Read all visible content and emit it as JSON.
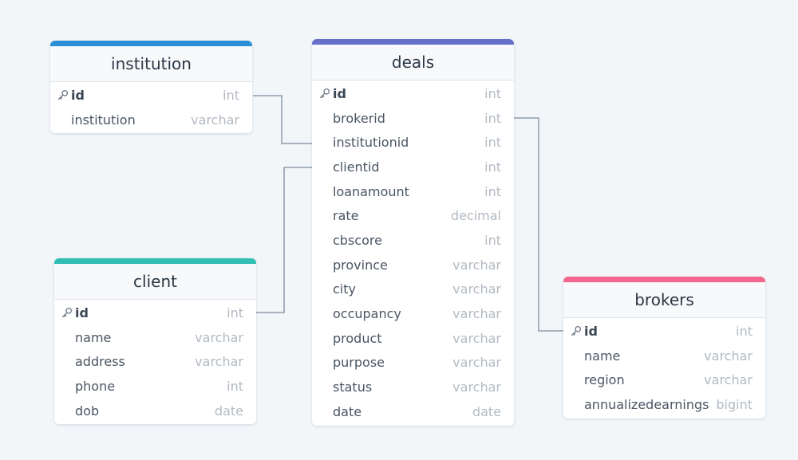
{
  "tables": {
    "institution": {
      "title": "institution",
      "accent": "#2b8fd6",
      "fields": [
        {
          "name": "id",
          "type": "int",
          "pk": true
        },
        {
          "name": "institution",
          "type": "varchar",
          "pk": false
        }
      ]
    },
    "deals": {
      "title": "deals",
      "accent": "#6670c9",
      "fields": [
        {
          "name": "id",
          "type": "int",
          "pk": true
        },
        {
          "name": "brokerid",
          "type": "int",
          "pk": false
        },
        {
          "name": "institutionid",
          "type": "int",
          "pk": false
        },
        {
          "name": "clientid",
          "type": "int",
          "pk": false
        },
        {
          "name": "loanamount",
          "type": "int",
          "pk": false
        },
        {
          "name": "rate",
          "type": "decimal",
          "pk": false
        },
        {
          "name": "cbscore",
          "type": "int",
          "pk": false
        },
        {
          "name": "province",
          "type": "varchar",
          "pk": false
        },
        {
          "name": "city",
          "type": "varchar",
          "pk": false
        },
        {
          "name": "occupancy",
          "type": "varchar",
          "pk": false
        },
        {
          "name": "product",
          "type": "varchar",
          "pk": false
        },
        {
          "name": "purpose",
          "type": "varchar",
          "pk": false
        },
        {
          "name": "status",
          "type": "varchar",
          "pk": false
        },
        {
          "name": "date",
          "type": "date",
          "pk": false
        }
      ]
    },
    "client": {
      "title": "client",
      "accent": "#30bfb2",
      "fields": [
        {
          "name": "id",
          "type": "int",
          "pk": true
        },
        {
          "name": "name",
          "type": "varchar",
          "pk": false
        },
        {
          "name": "address",
          "type": "varchar",
          "pk": false
        },
        {
          "name": "phone",
          "type": "int",
          "pk": false
        },
        {
          "name": "dob",
          "type": "date",
          "pk": false
        }
      ]
    },
    "brokers": {
      "title": "brokers",
      "accent": "#f4668e",
      "fields": [
        {
          "name": "id",
          "type": "int",
          "pk": true
        },
        {
          "name": "name",
          "type": "varchar",
          "pk": false
        },
        {
          "name": "region",
          "type": "varchar",
          "pk": false
        },
        {
          "name": "annualizedearnings",
          "type": "bigint",
          "pk": false
        }
      ]
    }
  },
  "relations": [
    {
      "from": "deals.institutionid",
      "to": "institution.id"
    },
    {
      "from": "deals.clientid",
      "to": "client.id"
    },
    {
      "from": "deals.brokerid",
      "to": "brokers.id"
    }
  ],
  "colors": {
    "background": "#f2f6f9",
    "connector": "#8e9bab",
    "key_icon": "#6b7685"
  },
  "icons": {
    "primary_key": "key-icon"
  }
}
